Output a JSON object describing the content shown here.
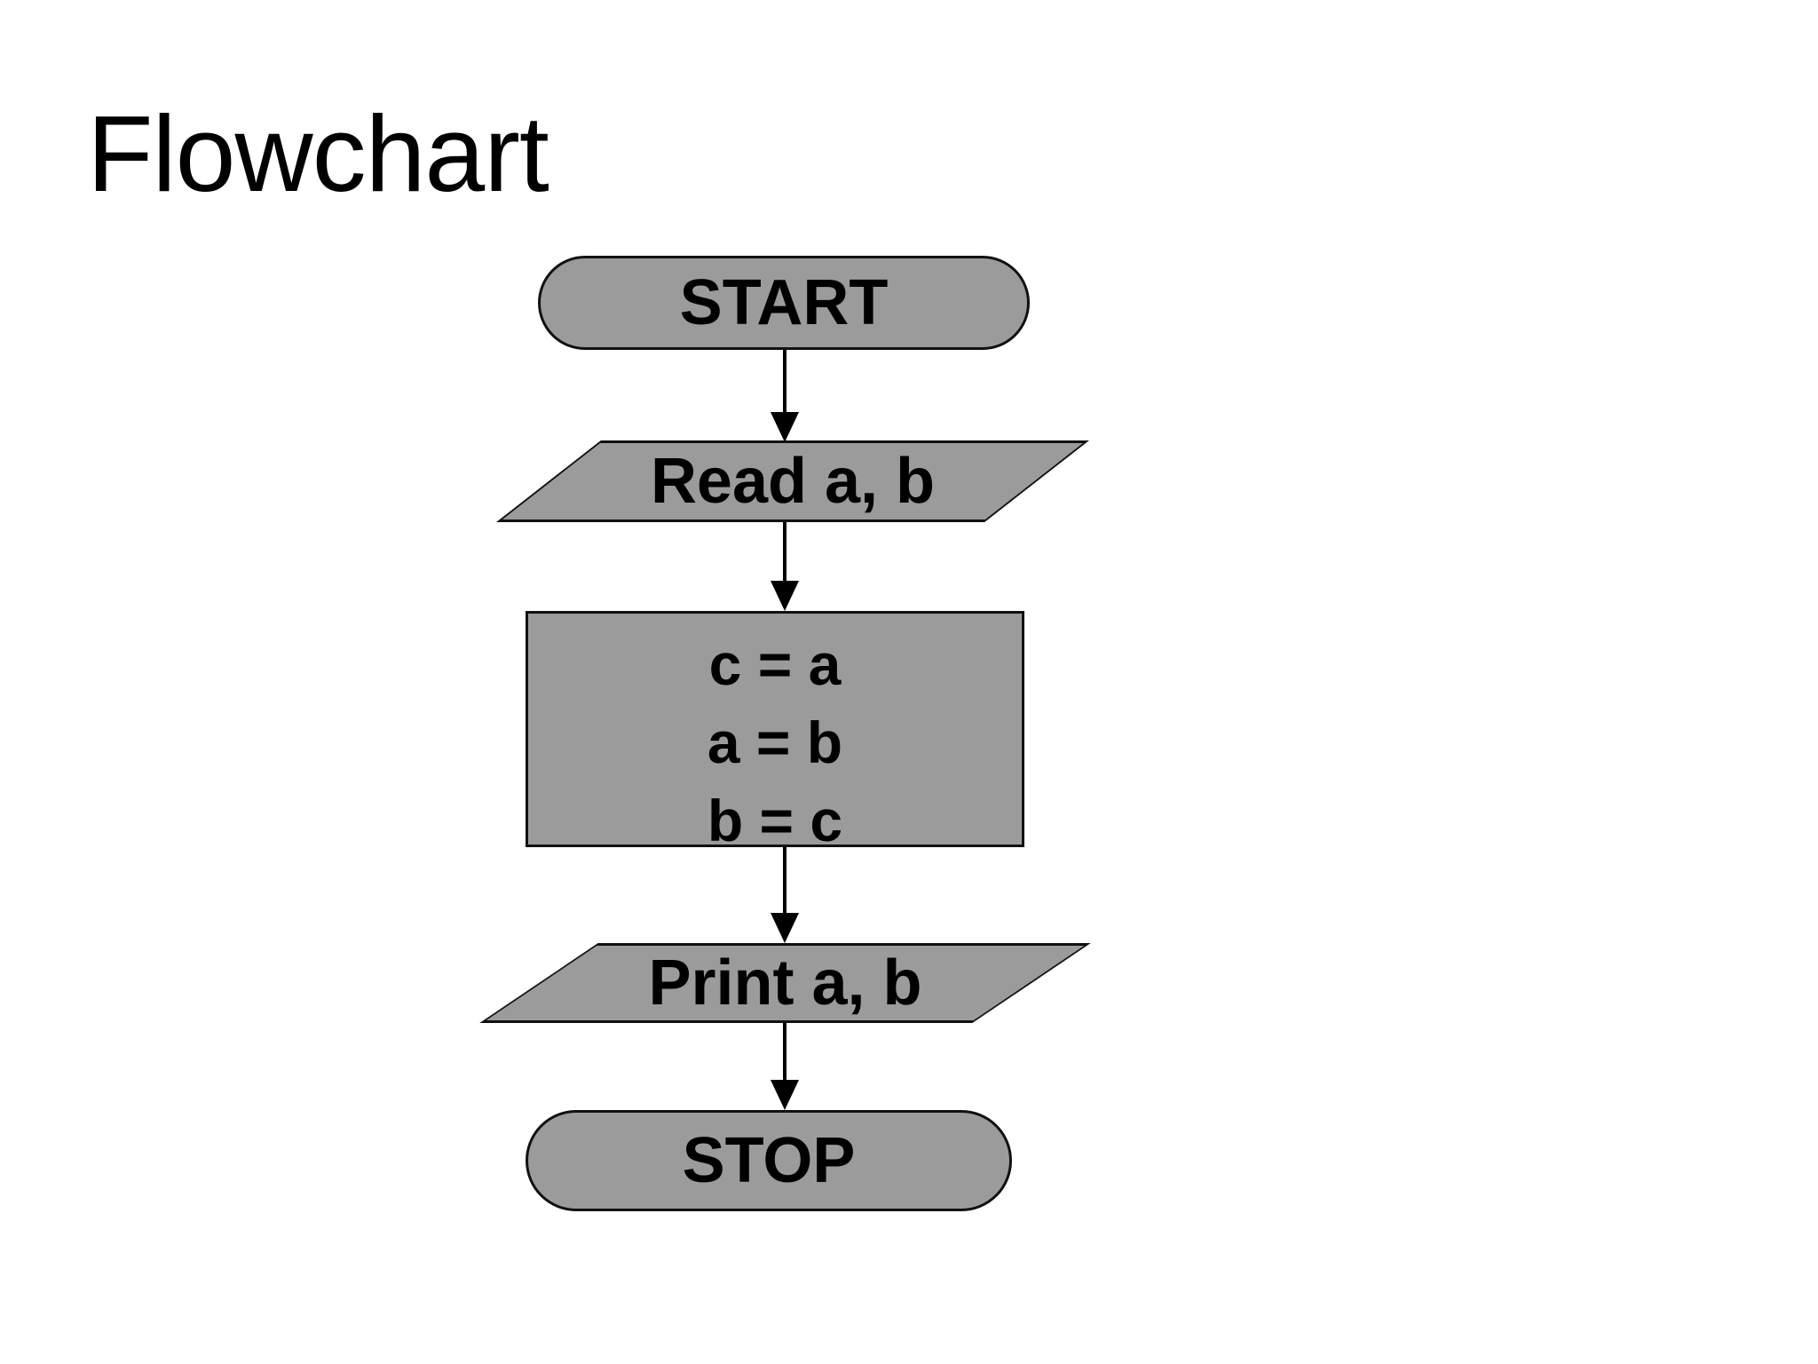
{
  "title": "Flowchart",
  "colors": {
    "background": "#ffffff",
    "node_fill": "#9b9b9b",
    "node_border": "#111111",
    "text": "#000000",
    "arrow": "#000000"
  },
  "flowchart": {
    "nodes": [
      {
        "id": "start",
        "type": "terminator",
        "label": "START"
      },
      {
        "id": "read",
        "type": "input-parallelogram",
        "label": "Read a, b"
      },
      {
        "id": "process",
        "type": "process-rectangle",
        "lines": [
          "c = a",
          "a = b",
          "b = c"
        ]
      },
      {
        "id": "print",
        "type": "output-parallelogram",
        "label": "Print a, b"
      },
      {
        "id": "stop",
        "type": "terminator",
        "label": "STOP"
      }
    ],
    "edges": [
      {
        "from": "start",
        "to": "read"
      },
      {
        "from": "read",
        "to": "process"
      },
      {
        "from": "process",
        "to": "print"
      },
      {
        "from": "print",
        "to": "stop"
      }
    ]
  }
}
